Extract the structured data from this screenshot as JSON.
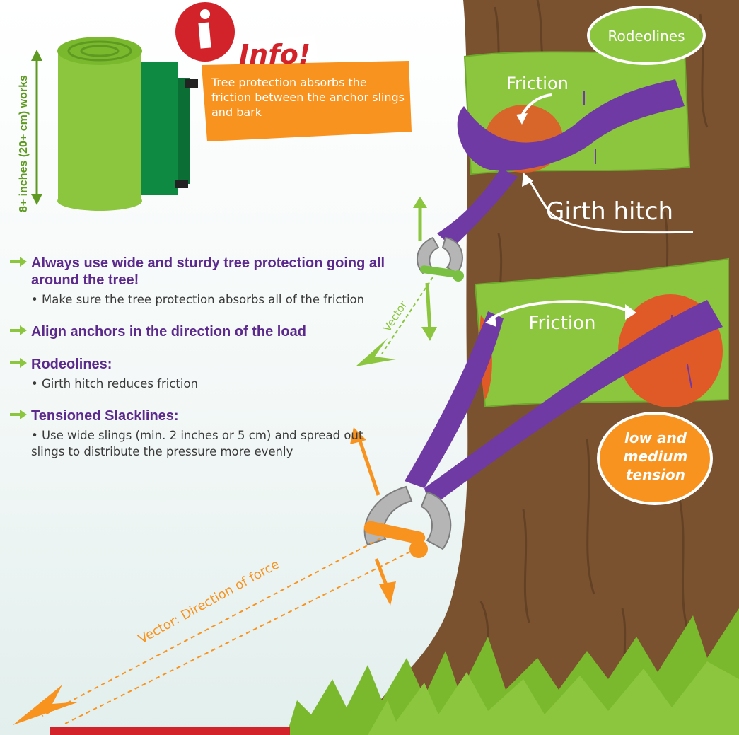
{
  "info": {
    "title": "Info!",
    "text": "Tree protection absorbs the friction between the anchor slings and bark"
  },
  "roll": {
    "width_label": "8+ inches (20+ cm) works"
  },
  "badges": {
    "rodeolines": "Rodeolines",
    "tension": "low and medium tension"
  },
  "labels": {
    "friction_top": "Friction",
    "friction_bottom": "Friction",
    "girth_hitch": "Girth hitch",
    "vector_small": "Vector",
    "vector_force": "Vector: Direction of force"
  },
  "bullets": [
    {
      "title": "Always use wide and sturdy tree protection going all around the tree!",
      "sub": "• Make sure the tree protection absorbs all of the friction"
    },
    {
      "title": "Align anchors in the direction of the load",
      "sub": ""
    },
    {
      "title": "Rodeolines:",
      "sub": "• Girth hitch reduces friction"
    },
    {
      "title": "Tensioned Slacklines:",
      "sub": "• Use wide slings (min. 2 inches or 5 cm) and spread out slings to distribute the pressure more evenly"
    }
  ],
  "colors": {
    "accent_green": "#8cc63f",
    "dark_green": "#0e8a43",
    "purple": "#6f3aa3",
    "orange": "#f7931e",
    "red": "#d2232a",
    "bark": "#7a5230"
  }
}
